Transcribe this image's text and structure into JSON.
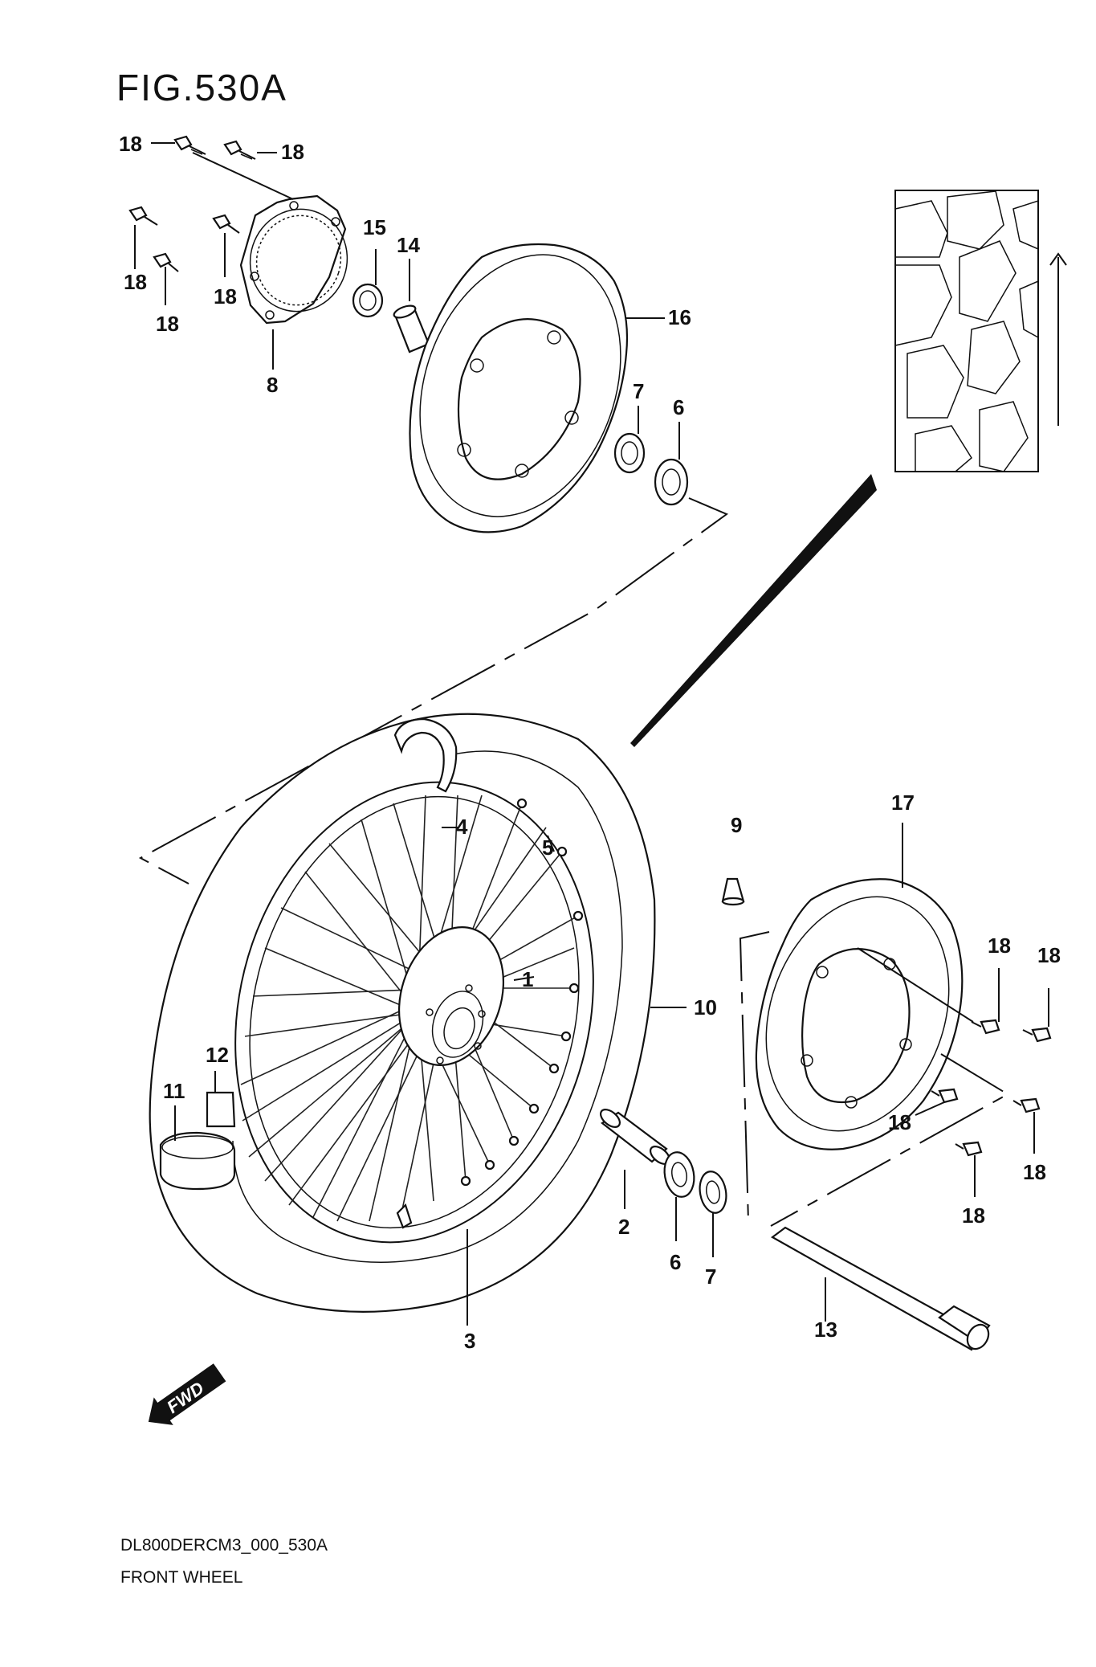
{
  "figure": {
    "title": "FIG.530A",
    "code": "DL800DERCM3_000_530A",
    "name": "FRONT WHEEL"
  },
  "callouts": {
    "p1": "1",
    "p2": "2",
    "p3": "3",
    "p4": "4",
    "p5": "5",
    "p6a": "6",
    "p6b": "6",
    "p7a": "7",
    "p7b": "7",
    "p8": "8",
    "p9": "9",
    "p10": "10",
    "p11": "11",
    "p12": "12",
    "p13": "13",
    "p14": "14",
    "p15": "15",
    "p16": "16",
    "p17": "17",
    "p18a": "18",
    "p18b": "18",
    "p18c": "18",
    "p18d": "18",
    "p18e": "18",
    "p18f": "18",
    "p18g": "18",
    "p18h": "18",
    "p18i": "18",
    "p18j": "18"
  },
  "fwd_badge": "FWD",
  "tread_arrow_icon": "direction-arrow-icon"
}
